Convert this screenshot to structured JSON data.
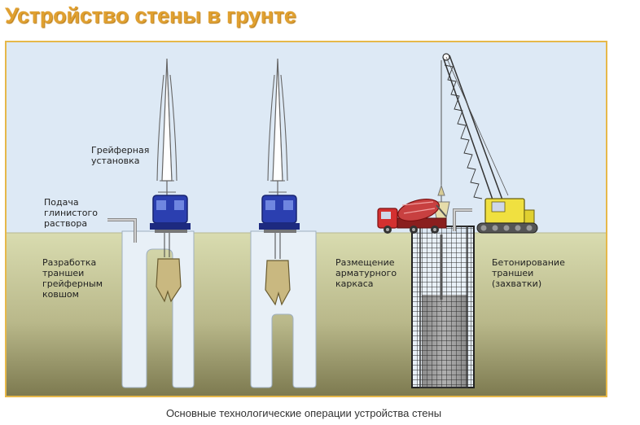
{
  "title": "Устройство стены в грунте",
  "caption": "Основные технологические операции устройства стены",
  "labels": {
    "grab_rig": [
      "Грейферная",
      "установка"
    ],
    "slurry": [
      "Подача",
      "глинистого",
      "раствора"
    ],
    "excavation": [
      "Разработка",
      "траншеи",
      "грейферным",
      "ковшом"
    ],
    "cage": [
      "Размещение",
      "арматурного",
      "каркаса"
    ],
    "concreting": [
      "Бетонирование",
      "траншеи",
      "(захватки)"
    ]
  },
  "colors": {
    "title": "#e0a030",
    "frame": "#e6b84a",
    "sky": "#dde9f5",
    "soil_top": "#d9dcb0",
    "soil_bottom": "#7d7a50",
    "trench": "#e8f0f7",
    "rig_base": "#2b3fb0",
    "bucket": "#c9b880",
    "crane": "#f0e040",
    "mixer": "#d33030"
  }
}
